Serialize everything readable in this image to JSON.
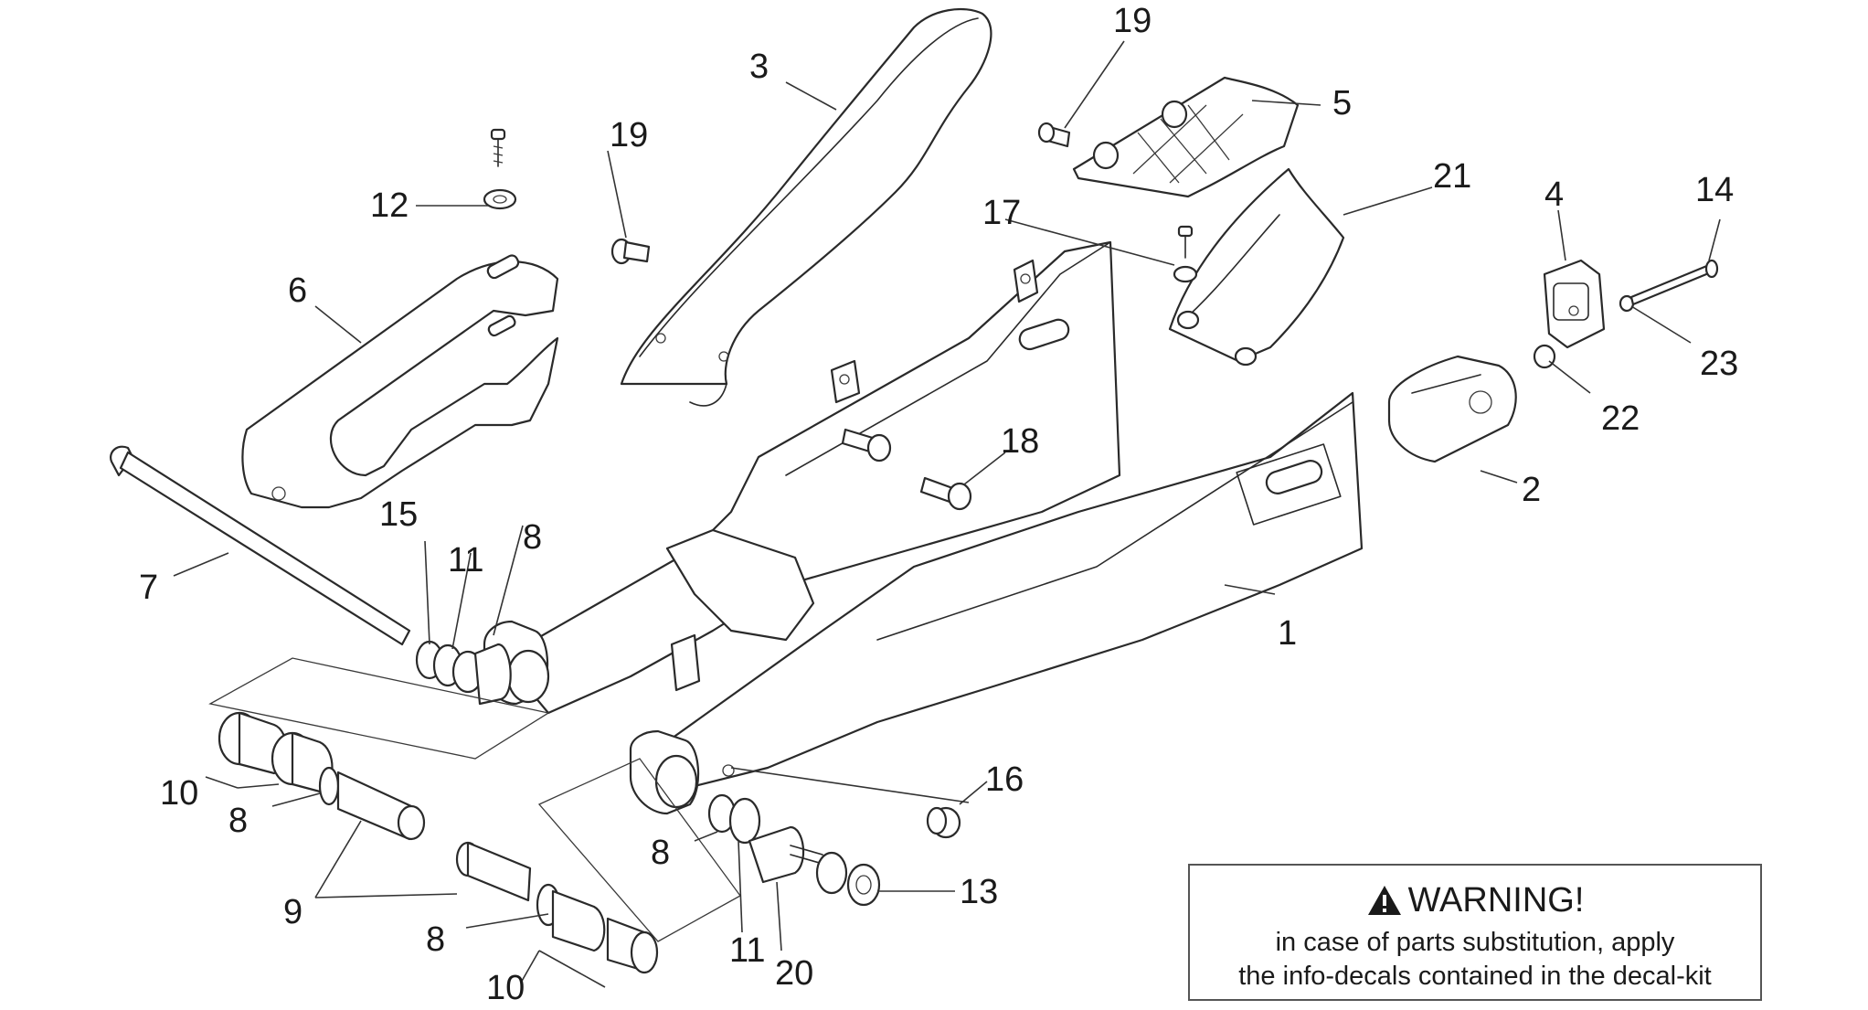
{
  "callouts": [
    {
      "id": "1",
      "label": "1"
    },
    {
      "id": "2",
      "label": "2"
    },
    {
      "id": "3",
      "label": "3"
    },
    {
      "id": "4",
      "label": "4"
    },
    {
      "id": "5",
      "label": "5"
    },
    {
      "id": "6",
      "label": "6"
    },
    {
      "id": "7",
      "label": "7"
    },
    {
      "id": "8a",
      "label": "8"
    },
    {
      "id": "8b",
      "label": "8"
    },
    {
      "id": "8c",
      "label": "8"
    },
    {
      "id": "8d",
      "label": "8"
    },
    {
      "id": "9",
      "label": "9"
    },
    {
      "id": "10a",
      "label": "10"
    },
    {
      "id": "10b",
      "label": "10"
    },
    {
      "id": "11a",
      "label": "11"
    },
    {
      "id": "11b",
      "label": "11"
    },
    {
      "id": "12",
      "label": "12"
    },
    {
      "id": "13",
      "label": "13"
    },
    {
      "id": "14",
      "label": "14"
    },
    {
      "id": "15",
      "label": "15"
    },
    {
      "id": "16",
      "label": "16"
    },
    {
      "id": "17",
      "label": "17"
    },
    {
      "id": "18",
      "label": "18"
    },
    {
      "id": "19a",
      "label": "19"
    },
    {
      "id": "19b",
      "label": "19"
    },
    {
      "id": "20",
      "label": "20"
    },
    {
      "id": "21",
      "label": "21"
    },
    {
      "id": "22",
      "label": "22"
    },
    {
      "id": "23",
      "label": "23"
    }
  ],
  "warning": {
    "title": "WARNING!",
    "line1": "in case of parts substitution, apply",
    "line2": "the info-decals contained in the decal-kit",
    "icon": "warning-triangle-icon"
  }
}
